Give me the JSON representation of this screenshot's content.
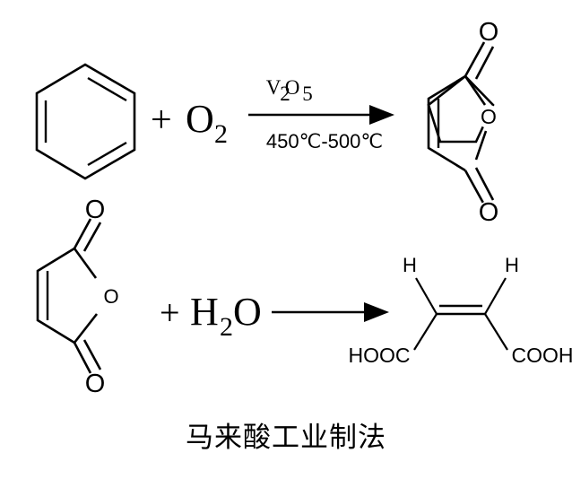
{
  "figure": {
    "caption": "马来酸工业制法",
    "background_color": "#ffffff",
    "line_color": "#000000"
  },
  "reaction_1": {
    "reactant_1": {
      "name": "benzene-ring",
      "label": ""
    },
    "plus_sign": "+",
    "reactant_2": {
      "formula_main": "O",
      "formula_sub": "2"
    },
    "arrow": {
      "catalyst_main": "V",
      "catalyst_sub_1": "2",
      "catalyst_main_2": "O",
      "catalyst_sub_2": "5",
      "catalyst_label": "V2O5",
      "condition_label": "450℃-500℃"
    },
    "product": {
      "name": "maleic-anhydride",
      "ring_oxygen_label": "O",
      "carbonyl_top_label": "O",
      "carbonyl_bottom_label": "O"
    }
  },
  "reaction_2": {
    "reactant_1": {
      "name": "maleic-anhydride",
      "ring_oxygen_label": "O",
      "carbonyl_top_label": "O",
      "carbonyl_bottom_label": "O"
    },
    "plus_sign": "+",
    "reactant_2": {
      "formula_main": "H",
      "formula_sub": "2",
      "formula_main_2": "O"
    },
    "arrow": {
      "catalyst_label": "",
      "condition_label": ""
    },
    "product": {
      "name": "maleic-acid",
      "hydrogen_left_label": "H",
      "hydrogen_right_label": "H",
      "carboxyl_left_label": "HOOC",
      "carboxyl_right_label": "COOH"
    }
  }
}
